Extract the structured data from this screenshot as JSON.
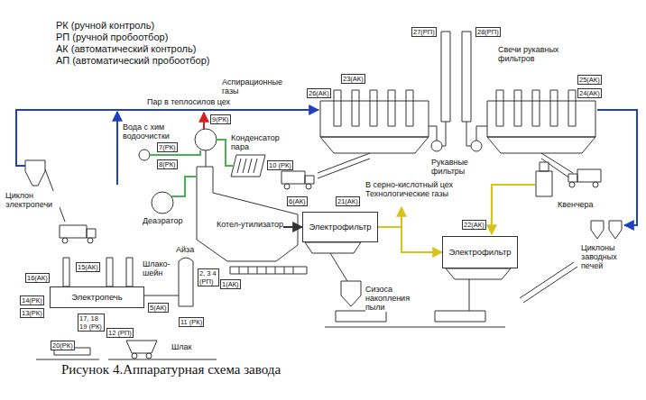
{
  "diagram": {
    "caption": "Рисунок 4.Аппаратурная схема завода",
    "nodes": [
      {
        "text": [
          "Циклон электропечи"
        ]
      },
      {
        "text": [
          "Электропечь"
        ]
      },
      {
        "text": [
          "Деаэратор"
        ]
      },
      {
        "text": [
          "Конденсатор пара"
        ]
      },
      {
        "text": [
          "Котел-утилизатор"
        ]
      },
      {
        "text": [
          "Электрофильтр"
        ]
      },
      {
        "text": [
          "Электрофильтр"
        ]
      }
    ],
    "edges": [
      {
        "from": 4,
        "to": 5,
        "arrow": "to"
      },
      {
        "from": 5,
        "to": 6,
        "arrow": "to"
      }
    ],
    "labels": [
      "27(РП)",
      "28(РП)",
      "Свечи рукавных фильтров",
      "23(АК)",
      "26(АК)",
      "25(АК)",
      "24(АК)",
      "Аспирационные газы",
      "Пар в теплосилов цех",
      "9(РК)",
      "Вода с хим водоочистки",
      "7(РК)",
      "8(РК)",
      "10 (РК)",
      "Рукавные фильтры",
      "6(АК)",
      "21(АК)",
      "В серно-кислотный цех Технологические газы",
      "Квенчера",
      "22(АК)",
      "Шлако-шейн",
      "Айза",
      "1(АК)",
      "2, 3 4 (РП)",
      "16(АК)",
      "15(АК)",
      "14(РК)",
      "13(РК)",
      "5(АК)",
      "11 (РК)",
      "12 (РП)",
      "17, 18 19 (РК)",
      "20(РК)",
      "Шлак",
      "Сизоса накопления пыли",
      "Циклоны заводных печей"
    ],
    "legend": [
      {
        "text": "РК (ручной контроль)"
      },
      {
        "text": "РП (ручной пробоотбор)"
      },
      {
        "text": "АК (автоматический контроль)"
      },
      {
        "text": "АП (автоматический пробоотбор)"
      }
    ]
  }
}
